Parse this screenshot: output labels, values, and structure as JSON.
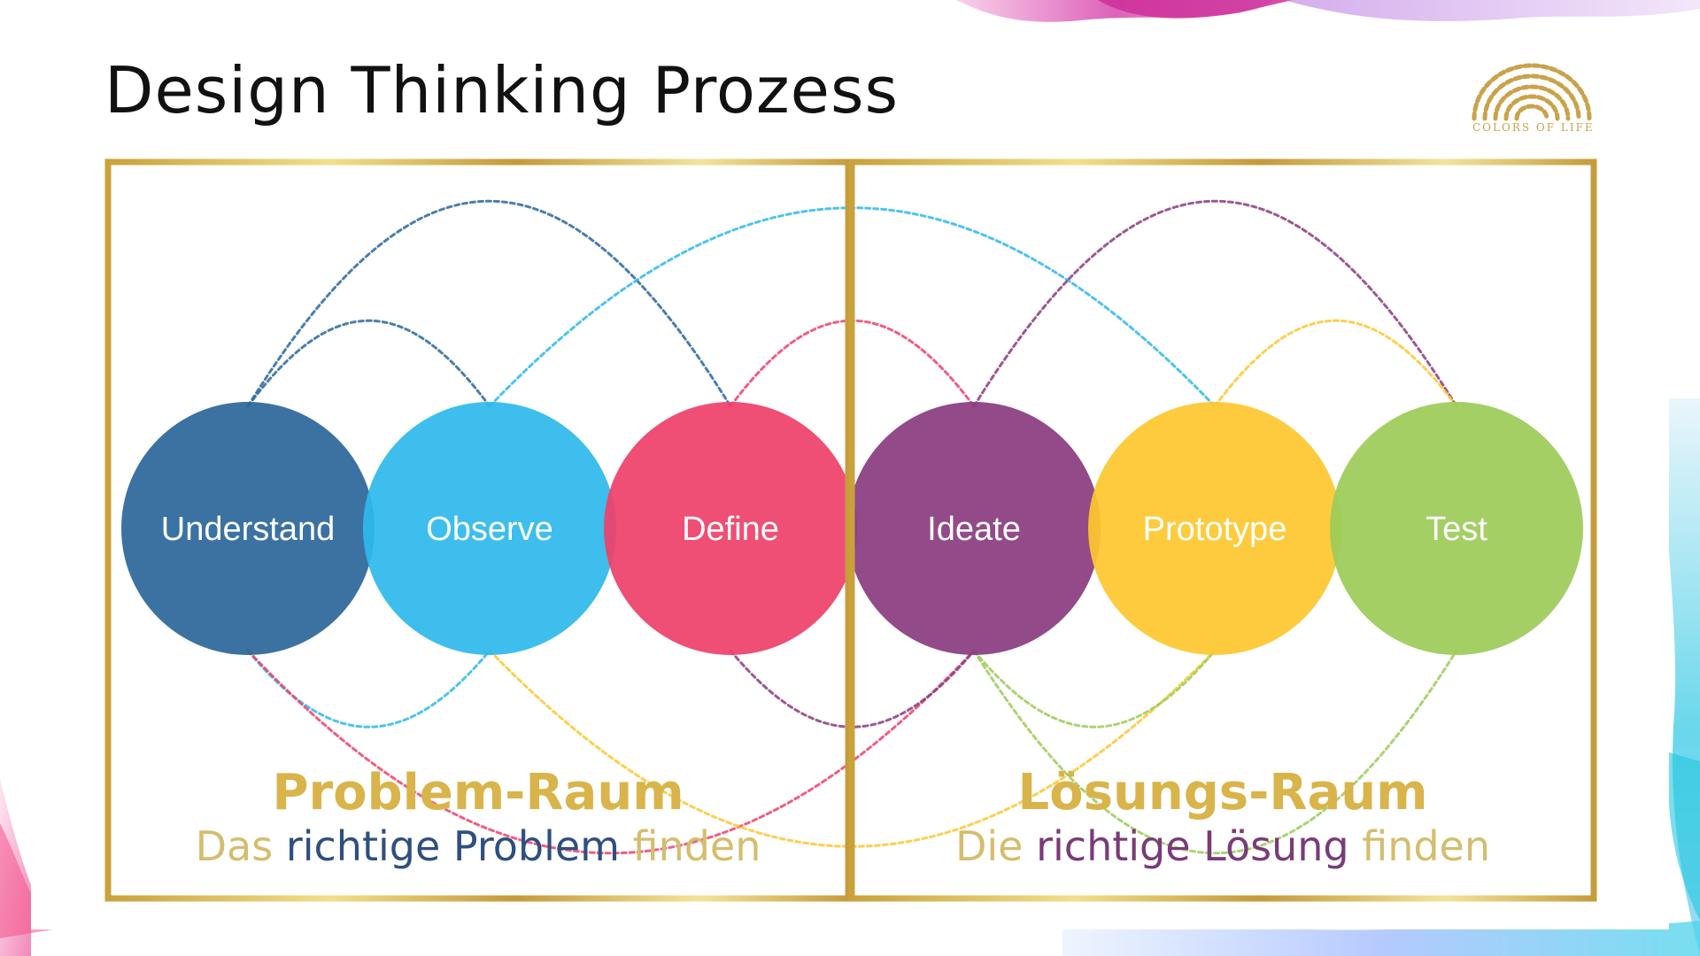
{
  "slide": {
    "title": "Design Thinking Prozess",
    "logo_text": "COLORS OF LIFE"
  },
  "diagram": {
    "stages": [
      {
        "label": "Understand",
        "color": "#2c679b"
      },
      {
        "label": "Observe",
        "color": "#2eb9ec"
      },
      {
        "label": "Define",
        "color": "#ee416b"
      },
      {
        "label": "Ideate",
        "color": "#8a3c80"
      },
      {
        "label": "Prototype",
        "color": "#fdc72e"
      },
      {
        "label": "Test",
        "color": "#9ccb59"
      }
    ],
    "frame_color": "#d8b94e"
  },
  "problem_space": {
    "title": "Problem-Raum",
    "subtitle_pre": "Das ",
    "subtitle_highlight": "richtige Problem",
    "subtitle_post": " finden"
  },
  "solution_space": {
    "title": "Lösungs-Raum",
    "subtitle_pre": "Die ",
    "subtitle_highlight": "richtige Lösung",
    "subtitle_post": " finden"
  }
}
